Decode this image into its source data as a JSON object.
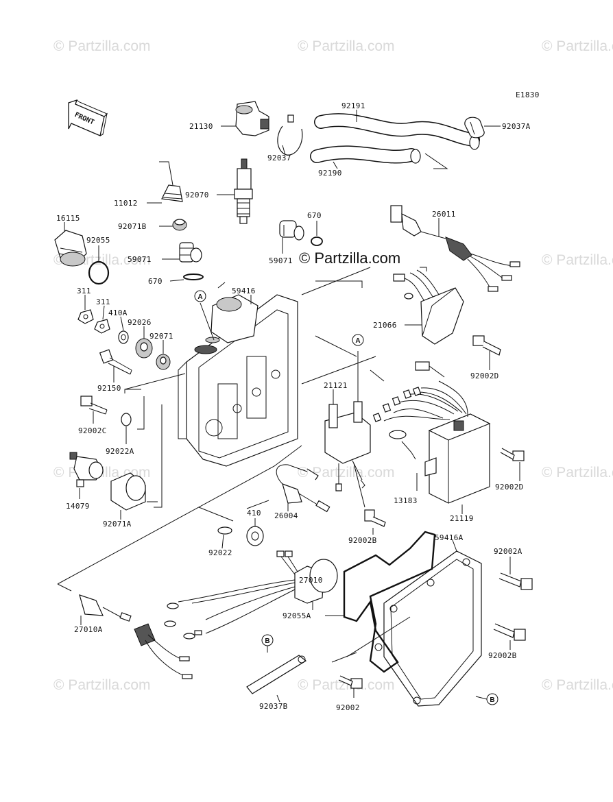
{
  "diagram": {
    "code": "E1830",
    "front_label": "FRONT",
    "watermark_text": "© Partzilla.com",
    "center_watermark_text": "© Partzilla.com",
    "callouts": [
      "A",
      "A",
      "B",
      "B"
    ],
    "parts": [
      "21130",
      "92191",
      "92037A",
      "92037",
      "92190",
      "11012",
      "92070",
      "16115",
      "92071B",
      "670",
      "92055",
      "59071",
      "59071",
      "26011",
      "670",
      "311",
      "311",
      "410A",
      "92026",
      "92071",
      "59416",
      "21066",
      "92002D",
      "92150",
      "21121",
      "92002C",
      "92022A",
      "92002D",
      "14079",
      "92071A",
      "13183",
      "21119",
      "26004",
      "410",
      "92002B",
      "92022",
      "59416A",
      "92002A",
      "27010",
      "92055A",
      "92002B",
      "27010A",
      "92037B",
      "92002"
    ]
  }
}
